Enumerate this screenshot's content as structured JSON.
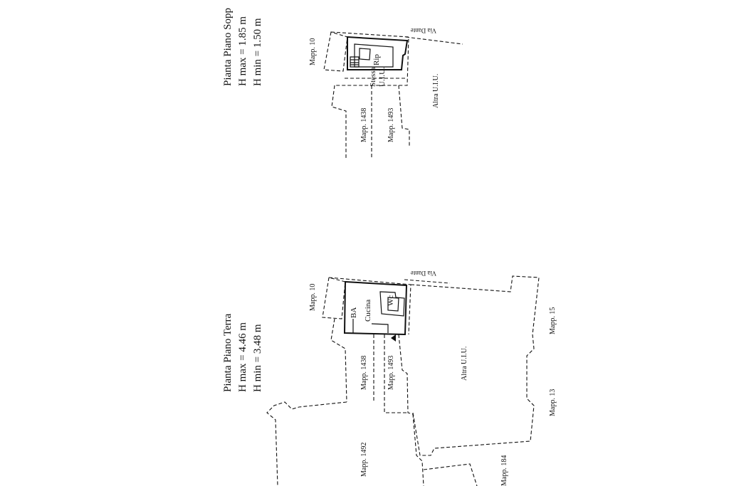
{
  "ground_floor": {
    "title": "Pianta Piano Terra",
    "h_max": "H max = 4.46 m",
    "h_min": "H min = 3.48 m",
    "street": "Via Dante",
    "labels": {
      "mapp_10": "Mapp. 10",
      "mapp_1438": "Mapp. 1438",
      "mapp_1493": "Mapp. 1493",
      "mapp_1492": "Mapp. 1492",
      "mapp_15": "Mapp. 15",
      "mapp_13": "Mapp. 13",
      "mapp_184": "Mapp. 184",
      "altra_uiu": "Altra U.I.U.",
      "cucina": "Cucina",
      "wc": "Wc",
      "ba": "BA"
    }
  },
  "attic_floor": {
    "title": "Pianta Piano Sopp",
    "h_max": "H max = 1.85 m",
    "h_min": "H min = 1.50 m",
    "street": "Via Dante",
    "labels": {
      "mapp_10": "Mapp. 10",
      "mapp_1438": "Mapp. 1438",
      "mapp_1493": "Mapp. 1493",
      "altra_uiu": "Altra U.I.U.",
      "rip": "Rip",
      "stessa_uiu_1": "Stessa",
      "stessa_uiu_2": "U.I.U."
    }
  }
}
